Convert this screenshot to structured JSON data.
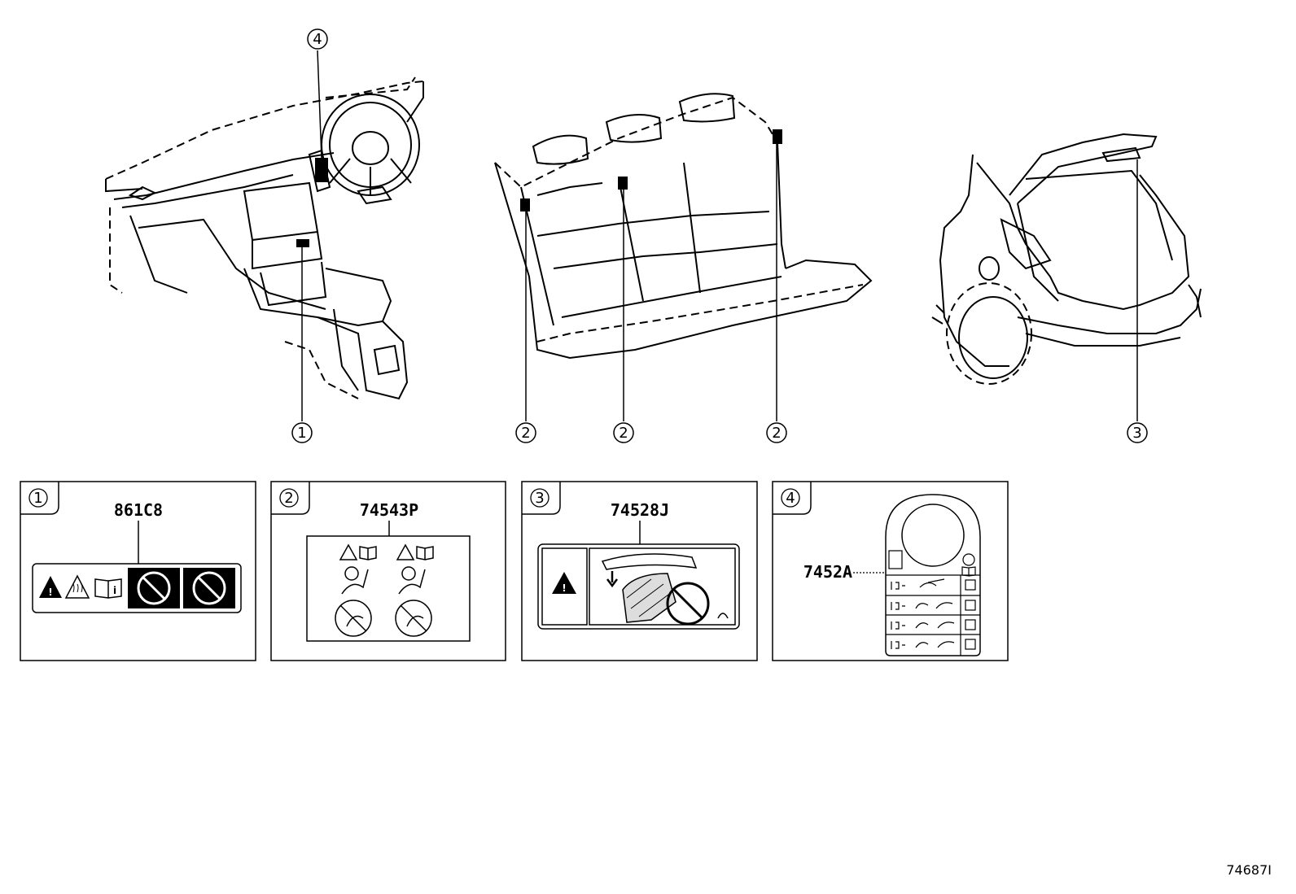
{
  "callouts": {
    "dash": "1",
    "seat_left": "2",
    "seat_mid": "2",
    "seat_right": "2",
    "tailgate": "3",
    "steering": "4"
  },
  "panels": [
    {
      "num": "1",
      "part": "861C8"
    },
    {
      "num": "2",
      "part": "74543P"
    },
    {
      "num": "3",
      "part": "74528J"
    },
    {
      "num": "4",
      "part": "7452A"
    }
  ],
  "figure_code": "74687I"
}
